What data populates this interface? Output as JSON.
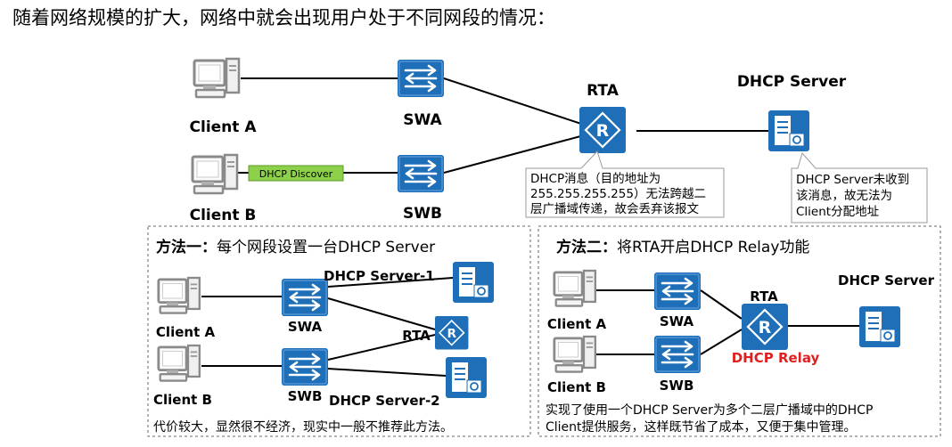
{
  "header": {
    "text": "随着网络规模的扩大，网络中就会出现用户处于不同网段的情况："
  },
  "top": {
    "client_a": "Client A",
    "client_b": "Client B",
    "swa": "SWA",
    "swb": "SWB",
    "rta": "RTA",
    "dhcp_server": "DHCP  Server",
    "discover_tag": "DHCP Discover",
    "callout_rta": [
      "DHCP消息（目的地址为",
      "255.255.255.255）无法跨越二",
      "层广播域传递，故会丢弃该报文"
    ],
    "callout_server": [
      "DHCP Server未收到",
      "该消息，故无法为",
      "Client分配地址"
    ]
  },
  "method1": {
    "title_bold": "方法一：",
    "title_rest": "每个网段设置一台DHCP  Server",
    "client_a": "Client A",
    "client_b": "Client B",
    "swa": "SWA",
    "swb": "SWB",
    "rta": "RTA",
    "server1": "DHCP  Server-1",
    "server2": "DHCP  Server-2",
    "note": "代价较大，显然很不经济，现实中一般不推荐此方法。"
  },
  "method2": {
    "title_bold": "方法二：",
    "title_rest": "将RTA开启DHCP  Relay功能",
    "client_a": "Client A",
    "client_b": "Client B",
    "swa": "SWA",
    "swb": "SWB",
    "rta": "RTA",
    "relay": "DHCP Relay",
    "server": "DHCP  Server",
    "note": [
      "实现了使用一个DHCP  Server为多个二层广播域中的DHCP",
      "Client提供服务，这样既节省了成本，又便于集中管理。"
    ]
  },
  "colors": {
    "device_blue": "#1e6fb8",
    "relay_red": "#e02020",
    "discover_green": "#8dd04a"
  }
}
